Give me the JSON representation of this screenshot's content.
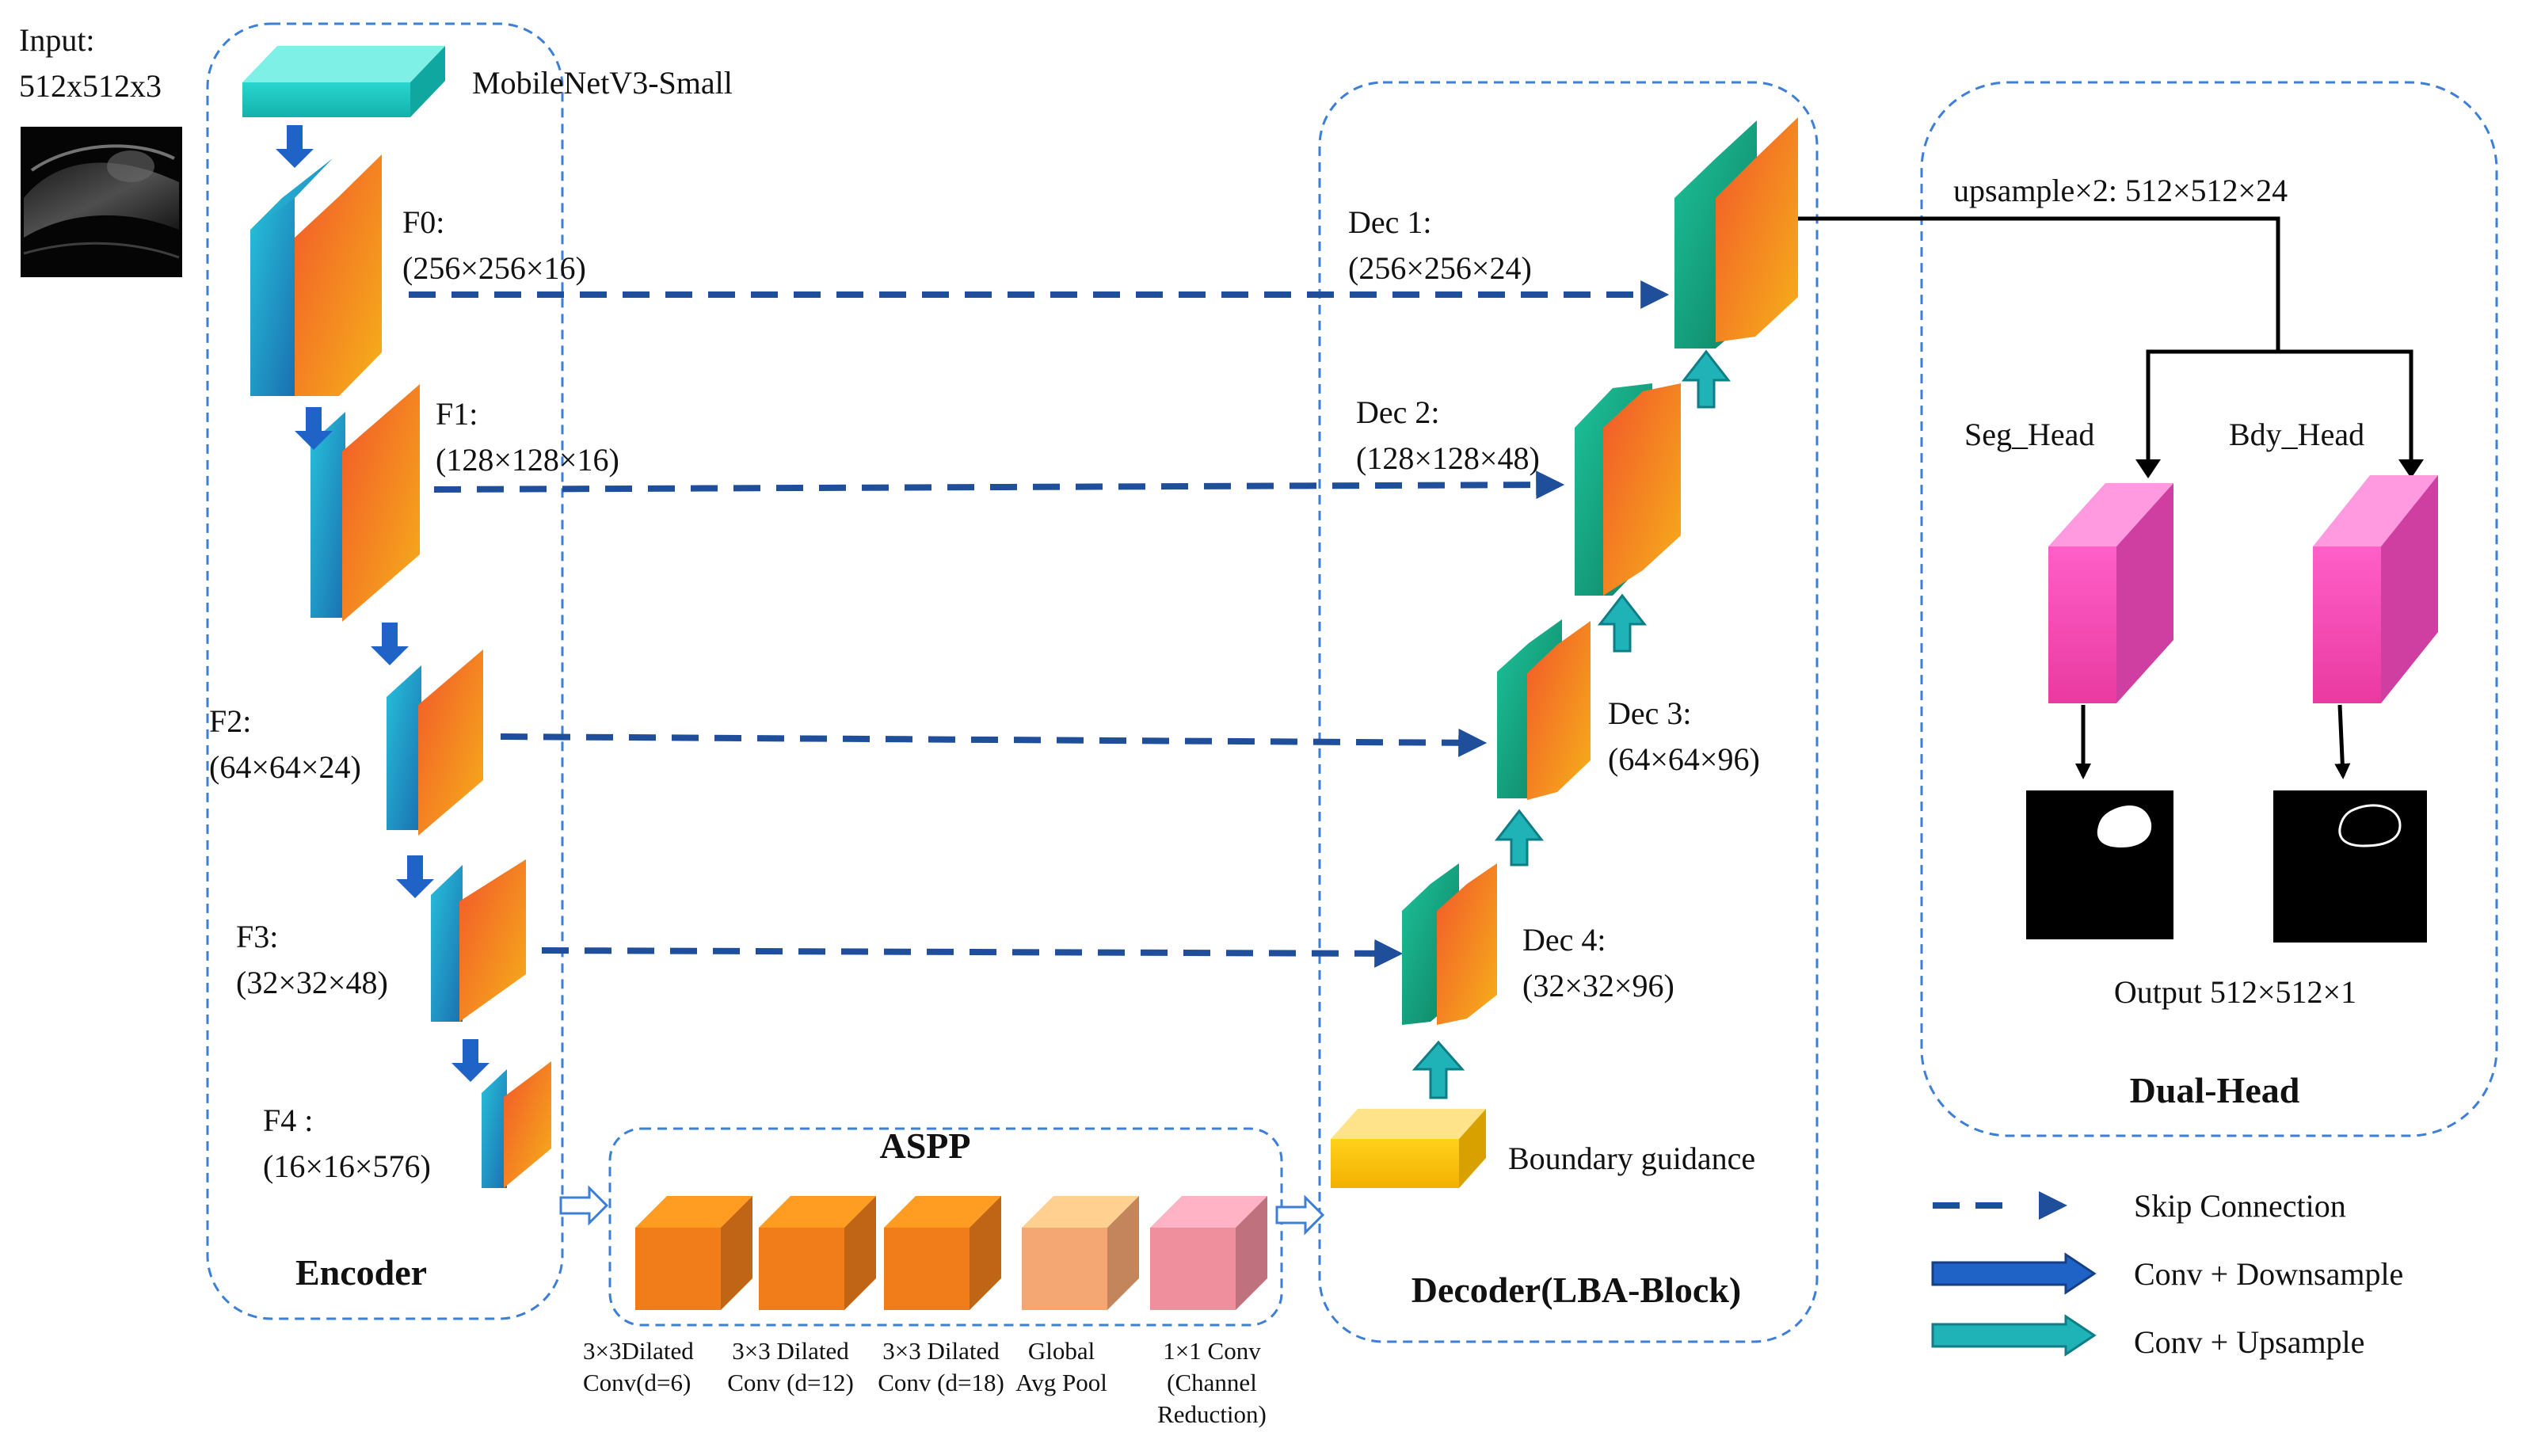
{
  "input": {
    "label_line1": "Input:",
    "label_line2": "512x512x3"
  },
  "encoder": {
    "title": "Encoder",
    "backbone": "MobileNetV3-Small",
    "features": [
      {
        "name": "F0:",
        "dims": "(256×256×16)"
      },
      {
        "name": "F1:",
        "dims": "(128×128×16)"
      },
      {
        "name": "F2:",
        "dims": "(64×64×24)"
      },
      {
        "name": "F3:",
        "dims": "(32×32×48)"
      },
      {
        "name": "F4 :",
        "dims": "(16×16×576)"
      }
    ]
  },
  "aspp": {
    "title": "ASPP",
    "branches": [
      {
        "line1": "3×3Dilated",
        "line2": "Conv(d=6)",
        "line3": "",
        "color": "#f07d1a"
      },
      {
        "line1": "3×3 Dilated",
        "line2": "Conv (d=12)",
        "line3": "",
        "color": "#f07d1a"
      },
      {
        "line1": "3×3 Dilated",
        "line2": "Conv (d=18)",
        "line3": "",
        "color": "#f07d1a"
      },
      {
        "line1": "Global",
        "line2": "Avg Pool",
        "line3": "",
        "color": "#f4a673"
      },
      {
        "line1": "1×1 Conv",
        "line2": "(Channel",
        "line3": "Reduction)",
        "color": "#ef8f9d"
      }
    ]
  },
  "decoder": {
    "title": "Decoder(LBA-Block)",
    "boundary": "Boundary guidance",
    "blocks": [
      {
        "name": "Dec 1:",
        "dims": "(256×256×24)"
      },
      {
        "name": "Dec 2:",
        "dims": "(128×128×48)"
      },
      {
        "name": "Dec 3:",
        "dims": "(64×64×96)"
      },
      {
        "name": "Dec 4:",
        "dims": "(32×32×96)"
      }
    ]
  },
  "dual_head": {
    "title": "Dual-Head",
    "upsample": "upsample×2: 512×512×24",
    "seg_head": "Seg_Head",
    "bdy_head": "Bdy_Head",
    "output": "Output 512×512×1"
  },
  "legend": [
    {
      "label": "Skip Connection",
      "icon": "dashed-arrow-icon"
    },
    {
      "label": "Conv + Downsample",
      "icon": "blue-arrow-icon"
    },
    {
      "label": "Conv + Upsample",
      "icon": "teal-arrow-icon"
    }
  ],
  "colors": {
    "region_border": "#3d7fd6",
    "skip": "#1f4f9a",
    "downsample": "#1f63c6",
    "upsample": "#1fb3b8",
    "encoder_front": "#f07d1a",
    "encoder_side": "#1aa6c9",
    "decoder_side": "#139e7a",
    "head": "#f050b4",
    "boundary": "#f8c200"
  }
}
